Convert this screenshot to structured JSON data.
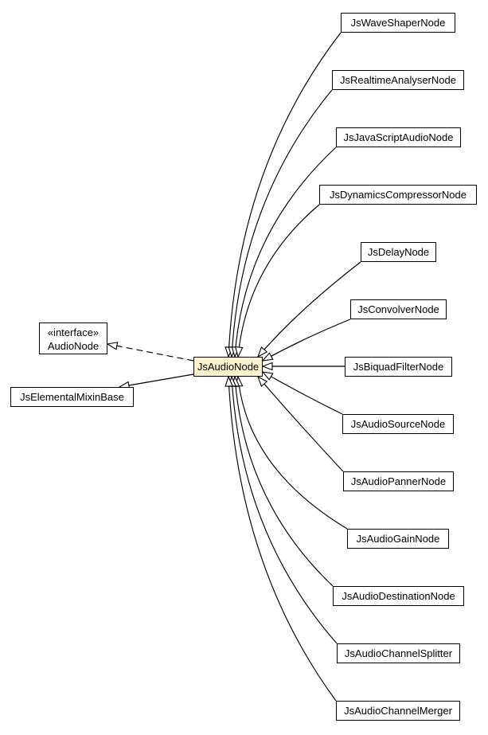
{
  "diagram": {
    "type": "uml-class-inheritance-diagram",
    "center": {
      "label": "JsAudioNode",
      "fill": "#FBF3CE"
    },
    "parents": [
      {
        "stereotype": "«interface»",
        "label": "AudioNode",
        "relation": "realization",
        "line_style": "dashed"
      },
      {
        "label": "JsElementalMixinBase",
        "relation": "generalization",
        "line_style": "solid"
      }
    ],
    "children": [
      {
        "label": "JsWaveShaperNode",
        "relation": "generalization"
      },
      {
        "label": "JsRealtimeAnalyserNode",
        "relation": "generalization"
      },
      {
        "label": "JsJavaScriptAudioNode",
        "relation": "generalization"
      },
      {
        "label": "JsDynamicsCompressorNode",
        "relation": "generalization"
      },
      {
        "label": "JsDelayNode",
        "relation": "generalization"
      },
      {
        "label": "JsConvolverNode",
        "relation": "generalization"
      },
      {
        "label": "JsBiquadFilterNode",
        "relation": "generalization"
      },
      {
        "label": "JsAudioSourceNode",
        "relation": "generalization"
      },
      {
        "label": "JsAudioPannerNode",
        "relation": "generalization"
      },
      {
        "label": "JsAudioGainNode",
        "relation": "generalization"
      },
      {
        "label": "JsAudioDestinationNode",
        "relation": "generalization"
      },
      {
        "label": "JsAudioChannelSplitter",
        "relation": "generalization"
      },
      {
        "label": "JsAudioChannelMerger",
        "relation": "generalization"
      }
    ]
  },
  "colors": {
    "background": "#ffffff",
    "node_fill": "#ffffff",
    "node_border": "#000000",
    "center_fill": "#FBF3CE",
    "edge": "#000000",
    "text": "#000000"
  }
}
